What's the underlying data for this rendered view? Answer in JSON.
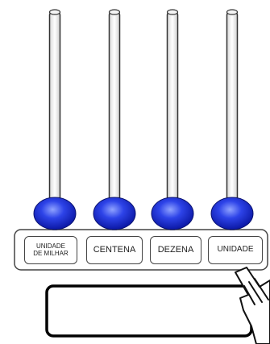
{
  "rods": [
    {
      "label": "UNIDADE\nDE MILHAR",
      "beads": 1
    },
    {
      "label": "CENTENA",
      "beads": 1
    },
    {
      "label": "DEZENA",
      "beads": 1
    },
    {
      "label": "UNIDADE",
      "beads": 1
    }
  ],
  "answer_box": {
    "value": ""
  },
  "colors": {
    "bead": "#1d2fd6",
    "bead_highlight": "#6f86ff",
    "rod": "#ffffff",
    "outline": "#333333"
  },
  "icons": {
    "pointer": "hand-pointer-icon"
  }
}
